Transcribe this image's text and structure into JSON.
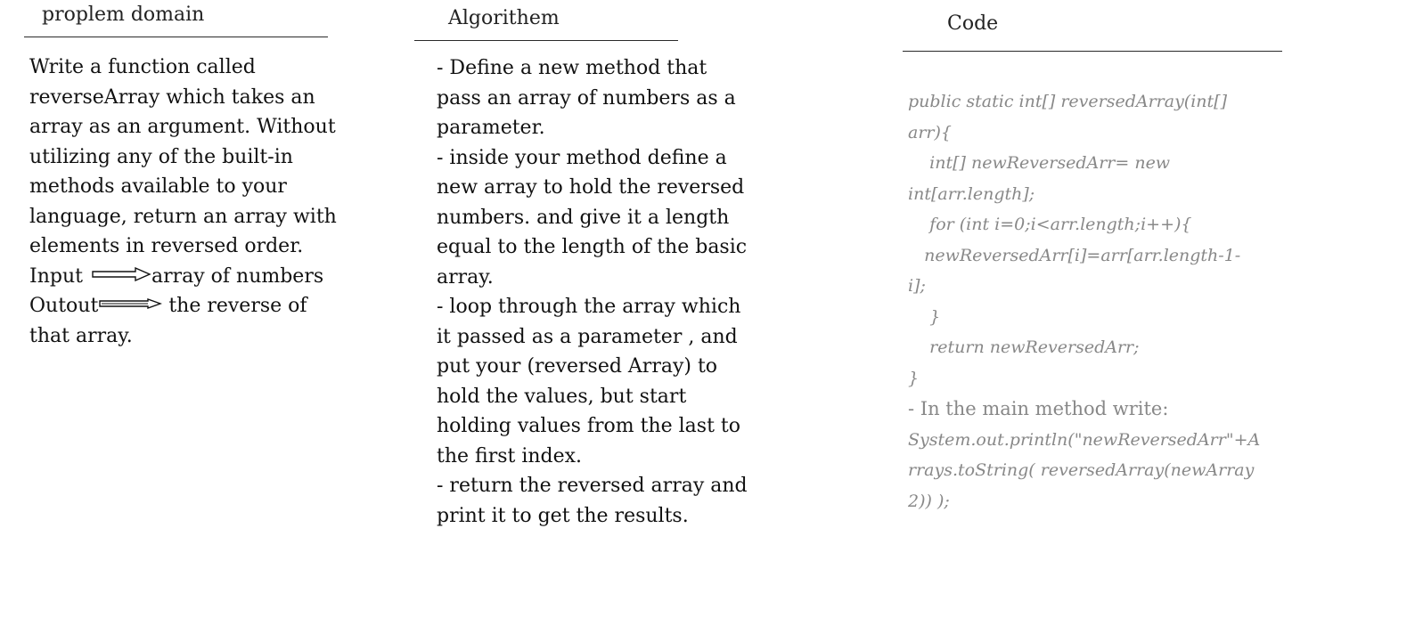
{
  "problem": {
    "heading": "proplem domain",
    "lines": [
      "Write a function called",
      "reverseArray which takes an",
      "array as an argument. Without",
      "utilizing any of the built-in",
      "methods available to your",
      "language, return an array with",
      "elements in reversed order."
    ],
    "input_label": "Input",
    "input_value": "array of numbers",
    "output_label": "Outout",
    "output_value": "the reverse of",
    "output_tail": "that array."
  },
  "algorithm": {
    "heading": "Algorithem",
    "lines": [
      "- Define a new method that",
      "pass an array of numbers as a",
      "parameter.",
      "- inside your method define a",
      "new array to hold the reversed",
      "numbers. and give it a length",
      "equal to the length of the basic",
      "array.",
      "- loop through the array which",
      "it passed as a parameter , and",
      "put your (reversed Array) to",
      "hold the values, but start",
      "holding values from the last to",
      "the first index.",
      "- return the reversed array and",
      "print it to get the results."
    ]
  },
  "code": {
    "heading": "Code",
    "lines": [
      "public static int[] reversedArray(int[]",
      "arr){",
      "    int[] newReversedArr= new",
      "int[arr.length];",
      "    for (int i=0;i<arr.length;i++){",
      "   newReversedArr[i]=arr[arr.length-1-",
      "i];",
      "    }",
      "    return newReversedArr;",
      "}"
    ],
    "note": "- In the main method write:",
    "print_lines": [
      "System.out.println(\"newReversedArr\"+A",
      "rrays.toString( reversedArray(newArray",
      "2)) );"
    ]
  }
}
